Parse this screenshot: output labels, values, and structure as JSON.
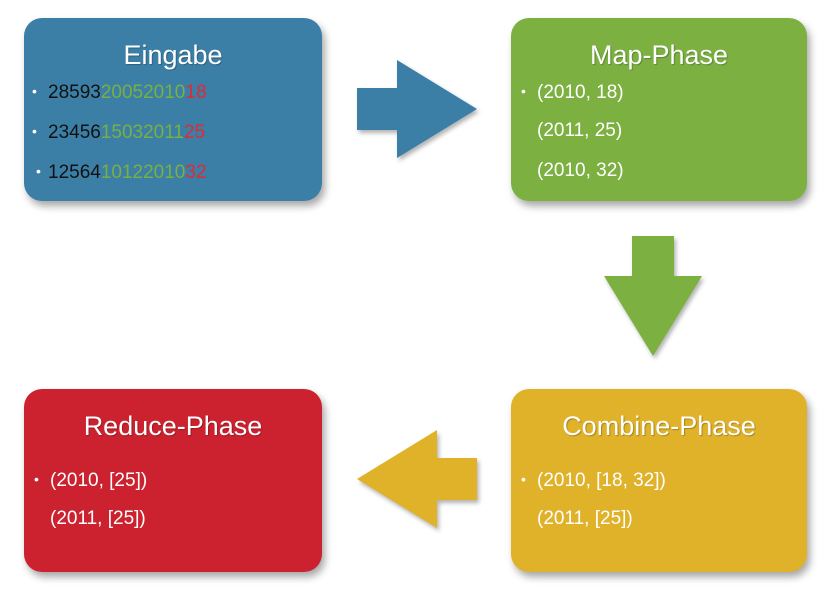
{
  "colors": {
    "eingabe": "#3c7fa6",
    "map": "#7cb142",
    "combine": "#e0b22a",
    "reduce": "#cc2230"
  },
  "eingabe": {
    "title": "Eingabe",
    "records": [
      {
        "a": "28593",
        "b": "20052010",
        "c": "18"
      },
      {
        "a": "23456",
        "b": "15032011",
        "c": "25"
      },
      {
        "a": "12564",
        "b": "10122010",
        "c": "32"
      }
    ]
  },
  "map": {
    "title": "Map-Phase",
    "items": [
      "(2010, 18)",
      "(2011, 25)",
      "(2010, 32)"
    ]
  },
  "combine": {
    "title": "Combine-Phase",
    "items": [
      "(2010, [18, 32])",
      "(2011, [25])"
    ]
  },
  "reduce": {
    "title": "Reduce-Phase",
    "items": [
      "(2010, [25])",
      "(2011, [25])"
    ]
  },
  "bullet": "•"
}
